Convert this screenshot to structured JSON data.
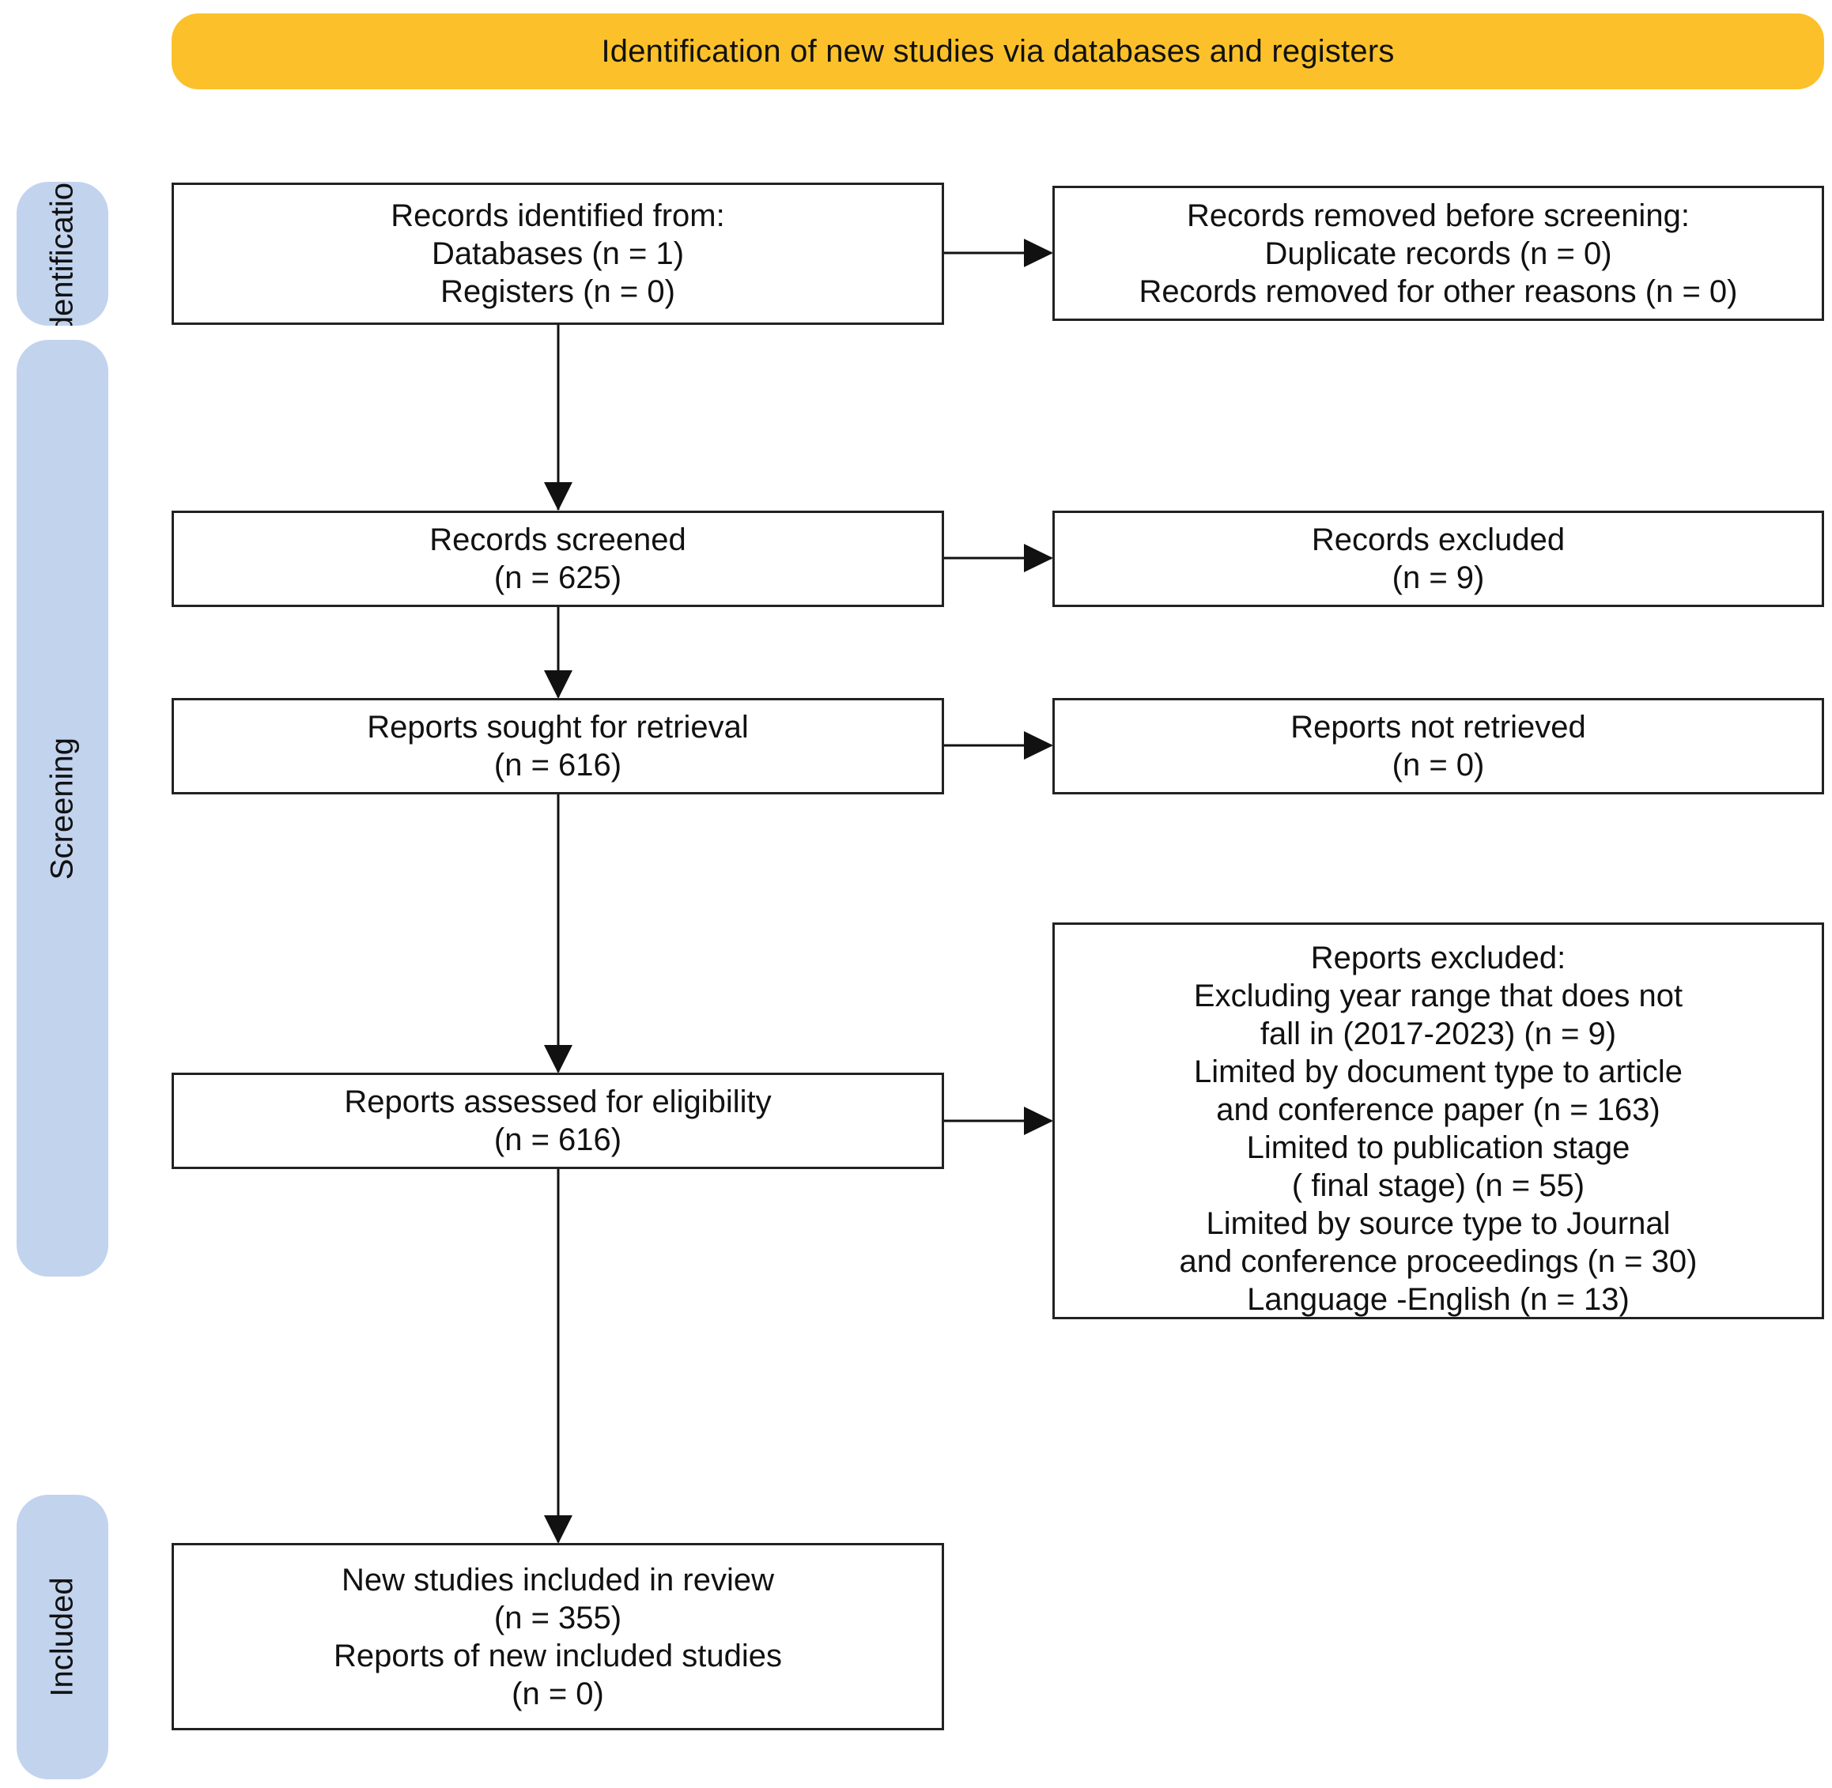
{
  "header": {
    "title": "Identification of new studies via databases and registers"
  },
  "stages": {
    "identification": "Identification",
    "screening": "Screening",
    "included": "Included"
  },
  "boxes": {
    "records_identified": {
      "lines": [
        "Records identified from:",
        "Databases (n = 1)",
        "Registers (n = 0)"
      ]
    },
    "records_removed": {
      "lines": [
        "Records removed before screening:",
        "Duplicate records (n = 0)",
        "Records removed for other reasons (n = 0)"
      ]
    },
    "records_screened": {
      "lines": [
        "Records screened",
        "(n = 625)"
      ]
    },
    "records_excluded": {
      "lines": [
        "Records excluded",
        "(n = 9)"
      ]
    },
    "reports_sought": {
      "lines": [
        "Reports sought for retrieval",
        "(n = 616)"
      ]
    },
    "reports_not_retrieved": {
      "lines": [
        "Reports not retrieved",
        "(n = 0)"
      ]
    },
    "reports_assessed": {
      "lines": [
        "Reports assessed for eligibility",
        "(n = 616)"
      ]
    },
    "reports_excluded": {
      "lines": [
        "Reports excluded:",
        "Excluding year range that does not",
        "fall in (2017-2023) (n = 9)",
        "Limited by document type to article",
        "and conference paper (n = 163)",
        "Limited to publication stage",
        "( final stage) (n = 55)",
        "Limited by source type to Journal",
        "and conference proceedings (n = 30)",
        "Language -English (n = 13)"
      ]
    },
    "new_studies_included": {
      "lines": [
        "New studies included in review",
        "(n = 355)",
        "Reports of new included studies",
        "(n = 0)"
      ]
    }
  },
  "colors": {
    "banner": "#fcc12a",
    "stage": "#c2d3ee",
    "border": "#222222"
  }
}
